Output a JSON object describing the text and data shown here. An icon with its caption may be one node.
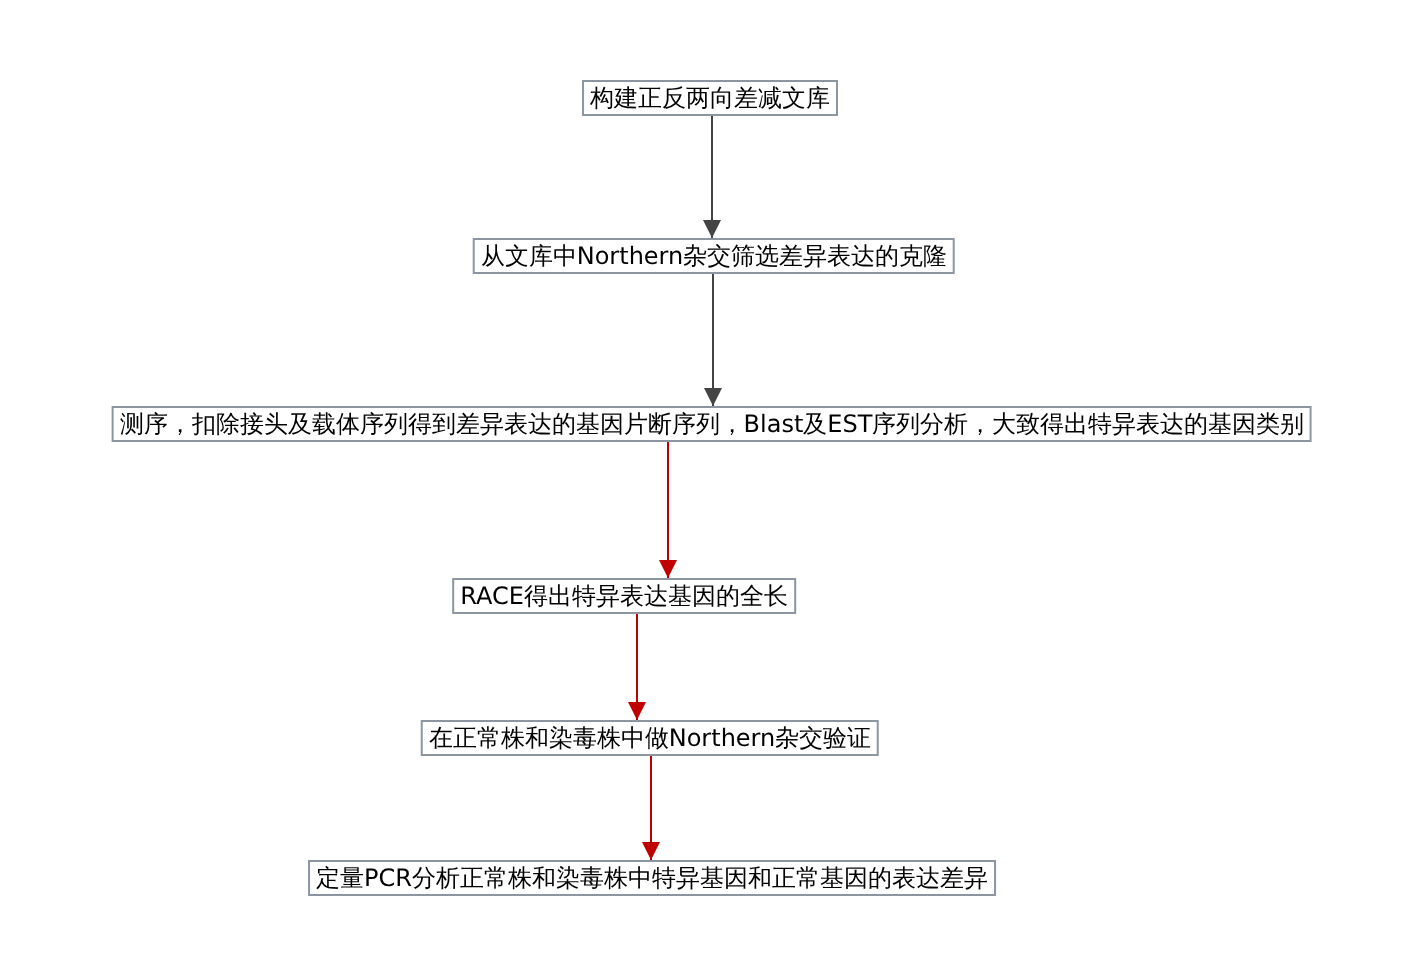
{
  "diagram": {
    "nodes": [
      {
        "text": [
          "构建正反两向差减文库"
        ]
      },
      {
        "text": [
          "从文库中Northern杂交筛选差异表达的克隆"
        ]
      },
      {
        "text": [
          "测序，扣除接头及载体序列得到差异表达的基因片断序列，Blast及EST序列分析，大致得出特异表达的基因类别"
        ]
      },
      {
        "text": [
          "RACE得出特异表达基因的全长"
        ]
      },
      {
        "text": [
          "在正常株和染毒株中做Northern杂交验证"
        ]
      },
      {
        "text": [
          "定量PCR分析正常株和染毒株中特异基因和正常基因的表达差异"
        ]
      }
    ],
    "edges": [
      {
        "from": 0,
        "to": 1,
        "arrow": "to",
        "color": "#444444"
      },
      {
        "from": 1,
        "to": 2,
        "arrow": "to",
        "color": "#444444"
      },
      {
        "from": 2,
        "to": 3,
        "arrow": "to"
      },
      {
        "from": 3,
        "to": 4,
        "arrow": "to"
      },
      {
        "from": 4,
        "to": 5,
        "arrow": "to"
      }
    ]
  }
}
